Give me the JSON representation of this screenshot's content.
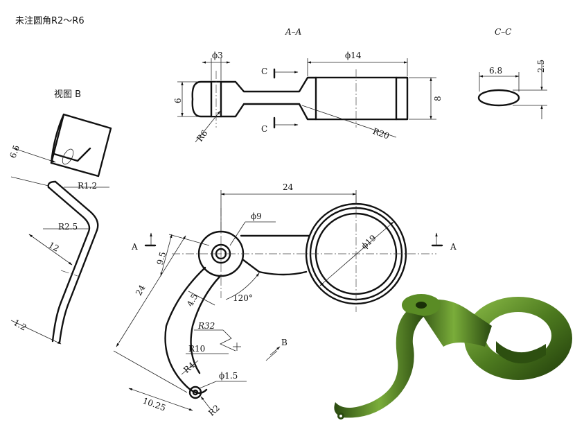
{
  "notes": {
    "fillet_note": "未注圆角R2～R6",
    "view_b_title": "视图 B"
  },
  "sections": {
    "aa_title": "A–A",
    "cc_title": "C–C"
  },
  "section_marks": {
    "c_upper": "C",
    "c_lower": "C",
    "a_left": "A",
    "a_right": "A",
    "b_view": "B"
  },
  "aa_dims": {
    "dia_small": "ϕ3",
    "dia_large": "ϕ14",
    "height_left": "6",
    "height_right": "8",
    "radius_r6": "R6",
    "radius_r20": "R20"
  },
  "cc_dims": {
    "width": "6.8",
    "height": "2.5"
  },
  "main_dims": {
    "center_dist": "24",
    "dia_boss": "ϕ9",
    "dia_ring": "ϕ19",
    "dim_9_5": "9.5",
    "dim_24": "24",
    "dim_4_5": "4.5",
    "angle": "120°",
    "r32": "R32",
    "r10": "R10",
    "r4": "R4",
    "dia_hole": "ϕ1.5",
    "r2": "R2",
    "dim_10_25": "10.25"
  },
  "view_b_dims": {
    "dim_6_5": "6.5",
    "r1_2": "R1.2",
    "r2_5": "R2.5",
    "dim_12": "12",
    "dim_1_2": "1.2"
  },
  "colors": {
    "line": "#111111",
    "render_green": "#4d7a1f",
    "render_dark": "#1f3a0a"
  }
}
